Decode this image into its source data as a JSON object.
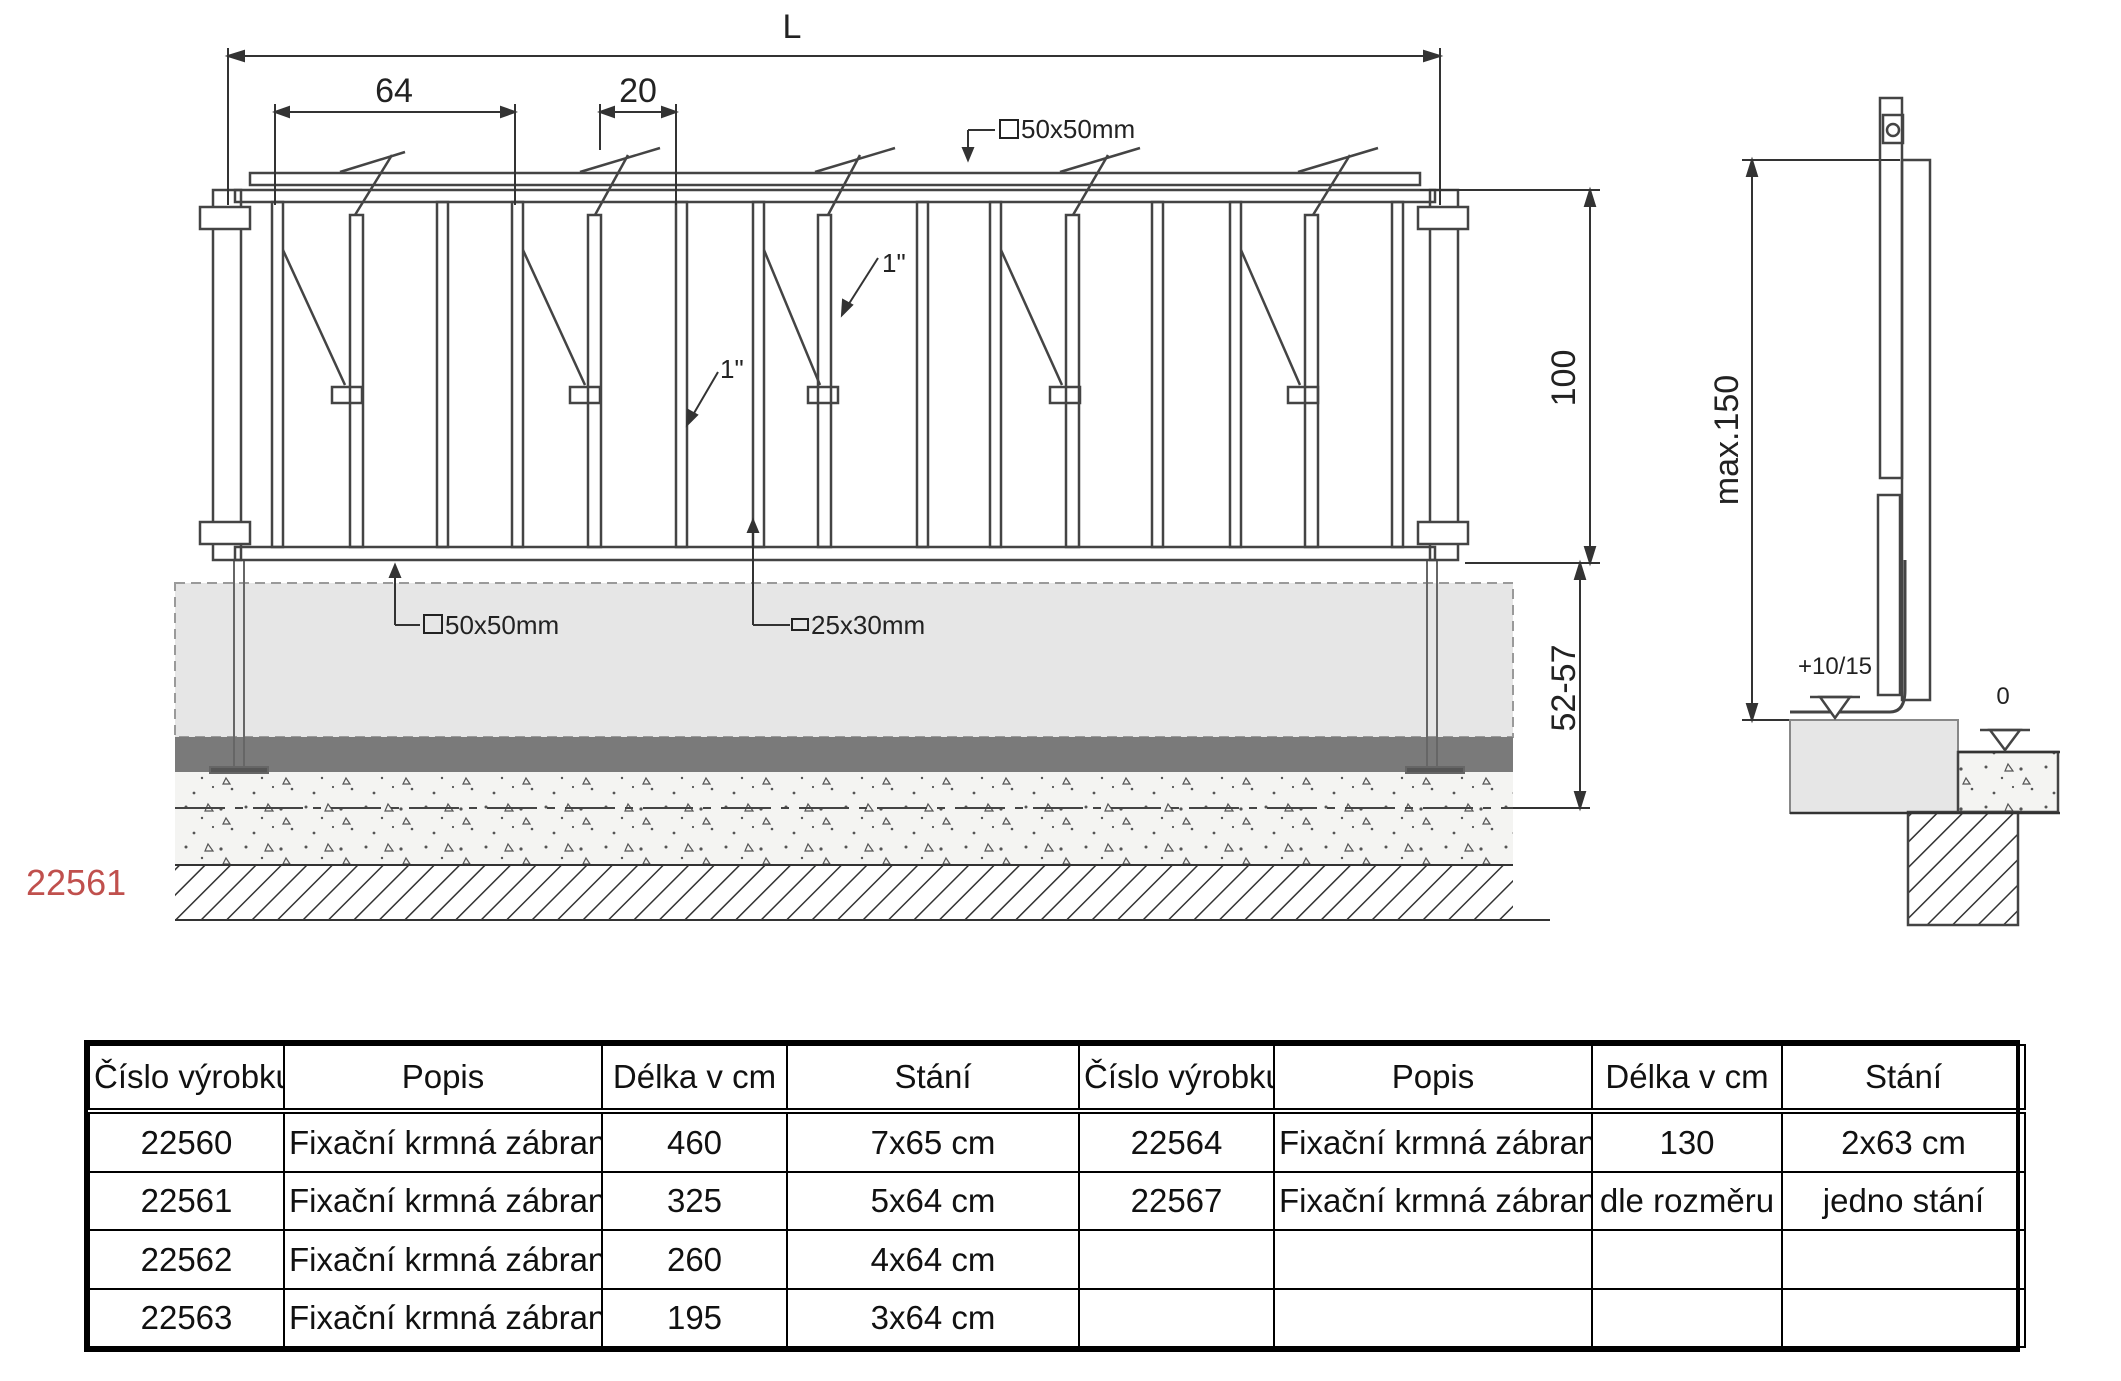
{
  "drawing": {
    "dims": {
      "length": "L",
      "stall_spacing": "64",
      "neck_gap": "20",
      "height": "100",
      "base_height": "52-57",
      "max_height": "max.150",
      "floor_offset": "+10/15",
      "zero_level": "0"
    },
    "labels": {
      "top_rail": "50x50mm",
      "bottom_rail": "50x50mm",
      "inner_rail": "25x30mm",
      "pipe_a": "1\"",
      "pipe_b": "1\""
    },
    "product_code": "22561"
  },
  "table": {
    "headers": [
      "Číslo výrobku",
      "Popis",
      "Délka  v cm",
      "Stání",
      "Číslo výrobku",
      "Popis",
      "Délka  v cm",
      "Stání"
    ],
    "rows": [
      [
        "22560",
        "Fixační krmná zábrana",
        "460",
        "7x65 cm",
        "22564",
        "Fixační krmná zábrana",
        "130",
        "2x63 cm"
      ],
      [
        "22561",
        "Fixační krmná zábrana",
        "325",
        "5x64 cm",
        "22567",
        "Fixační krmná zábrana",
        "dle rozměru",
        "jedno stání"
      ],
      [
        "22562",
        "Fixační krmná zábrana",
        "260",
        "4x64 cm",
        "",
        "",
        "",
        ""
      ],
      [
        "22563",
        "Fixační krmná zábrana",
        "195",
        "3x64 cm",
        "",
        "",
        "",
        ""
      ]
    ]
  }
}
